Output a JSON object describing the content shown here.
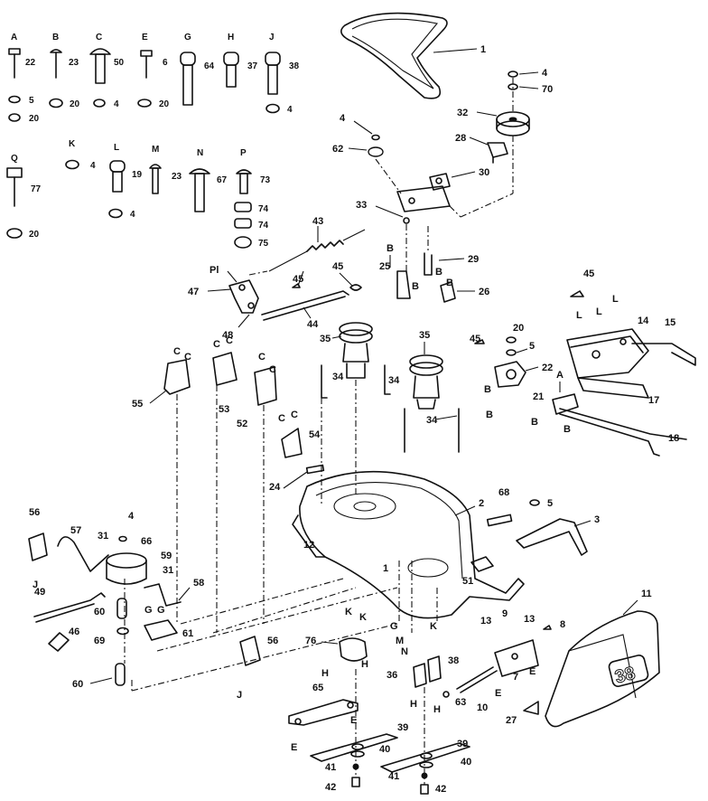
{
  "hardware_letters": [
    {
      "id": "A",
      "text": "A",
      "qty": "22"
    },
    {
      "id": "B",
      "text": "B",
      "qty": "23"
    },
    {
      "id": "C",
      "text": "C",
      "qty": "50"
    },
    {
      "id": "E",
      "text": "E",
      "qty": "6"
    },
    {
      "id": "G",
      "text": "G",
      "qty": "64"
    },
    {
      "id": "H",
      "text": "H",
      "qty": "37"
    },
    {
      "id": "J",
      "text": "J",
      "qty": "38"
    },
    {
      "id": "K",
      "text": "K",
      "qty": "4"
    },
    {
      "id": "L",
      "text": "L",
      "qty": "19"
    },
    {
      "id": "M",
      "text": "M",
      "qty": "23"
    },
    {
      "id": "N",
      "text": "N",
      "qty": "67"
    },
    {
      "id": "P",
      "text": "P",
      "qty": "73"
    },
    {
      "id": "Q",
      "text": "Q",
      "qty": "77"
    }
  ],
  "hardware_extra": {
    "a_washer": "5",
    "a_nut": "20",
    "b_nut": "20",
    "c_nut": "4",
    "e_nut": "20",
    "j_nut": "4",
    "l_nut": "4",
    "p_74a": "74",
    "p_74b": "74",
    "p_75": "75",
    "q_nut": "20"
  },
  "deck_badge": "38",
  "callouts": {
    "c1": "1",
    "c2": "2",
    "c3": "3",
    "c4a": "4",
    "c4b": "4",
    "c4c": "4",
    "c5a": "5",
    "c5b": "5",
    "c7": "7",
    "c8": "8",
    "c9": "9",
    "c10": "10",
    "c11": "11",
    "c12": "12",
    "c13a": "13",
    "c13b": "13",
    "c14": "14",
    "c15": "15",
    "c17": "17",
    "c18": "18",
    "c20": "20",
    "c21": "21",
    "c22": "22",
    "c24": "24",
    "c25": "25",
    "c26": "26",
    "c27": "27",
    "c28": "28",
    "c29": "29",
    "c30": "30",
    "c31a": "31",
    "c31b": "31",
    "c32": "32",
    "c33": "33",
    "c34a": "34",
    "c34b": "34",
    "c34c": "34",
    "c35a": "35",
    "c35b": "35",
    "c36": "36",
    "c38": "38",
    "c39a": "39",
    "c39b": "39",
    "c40a": "40",
    "c40b": "40",
    "c41a": "41",
    "c41b": "41",
    "c42a": "42",
    "c42b": "42",
    "c43": "43",
    "c44": "44",
    "c45a": "45",
    "c45b": "45",
    "c45c": "45",
    "c45d": "45",
    "c46": "46",
    "c47": "47",
    "c48": "48",
    "c49": "49",
    "c51": "51",
    "c52": "52",
    "c53": "53",
    "c54": "54",
    "c55": "55",
    "c56a": "56",
    "c56b": "56",
    "c57": "57",
    "c58": "58",
    "c59": "59",
    "c60a": "60",
    "c60b": "60",
    "c61": "61",
    "c62": "62",
    "c63": "63",
    "c65": "65",
    "c66": "66",
    "c68": "68",
    "c69": "69",
    "c70": "70",
    "c76": "76",
    "cPl": "Pl"
  },
  "ref_letters": {
    "B1": "B",
    "B2": "B",
    "B3": "B",
    "B4": "B",
    "B5": "B",
    "B6": "B",
    "B7": "B",
    "B8": "B",
    "A1": "A",
    "C1": "C",
    "C2": "C",
    "C3": "C",
    "C4": "C",
    "C5": "C",
    "C6": "C",
    "C7": "C",
    "C8": "C",
    "E1": "E",
    "E2": "E",
    "E3": "E",
    "E4": "E",
    "G1": "G",
    "G2": "G",
    "G3": "G",
    "H1": "H",
    "H2": "H",
    "H3": "H",
    "H4": "H",
    "J1": "J",
    "J2": "J",
    "K1": "K",
    "K2": "K",
    "K3": "K",
    "L1": "L",
    "L2": "L",
    "L3": "L",
    "M1": "M",
    "N1": "N"
  }
}
